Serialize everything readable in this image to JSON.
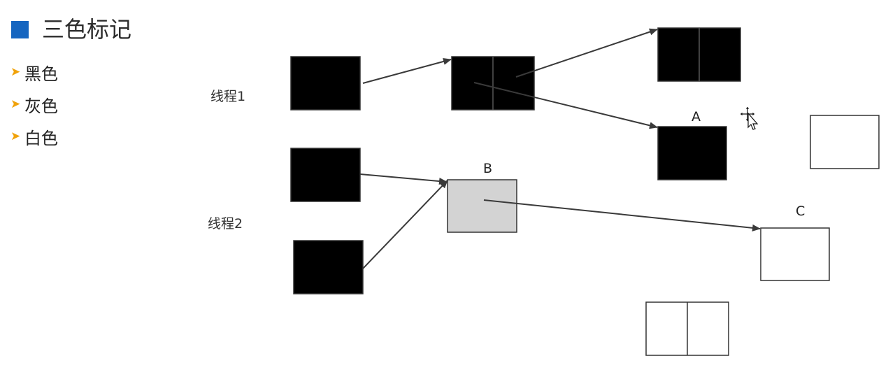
{
  "title": {
    "text": "三色标记",
    "icon": "square-bullet-icon",
    "accent_color": "#1565c0"
  },
  "legend": {
    "bullet_icon": "arrow-bullet-icon",
    "bullet_color": "#f0a20a",
    "items": [
      {
        "label": "黑色",
        "color": "#000000"
      },
      {
        "label": "灰色",
        "color": "#d3d3d3"
      },
      {
        "label": "白色",
        "color": "#ffffff"
      }
    ]
  },
  "threads": {
    "thread1": "线程1",
    "thread2": "线程2"
  },
  "nodes": {
    "a": "A",
    "b": "B",
    "c": "C"
  },
  "cursor": {
    "icon": "move-cursor-icon"
  }
}
